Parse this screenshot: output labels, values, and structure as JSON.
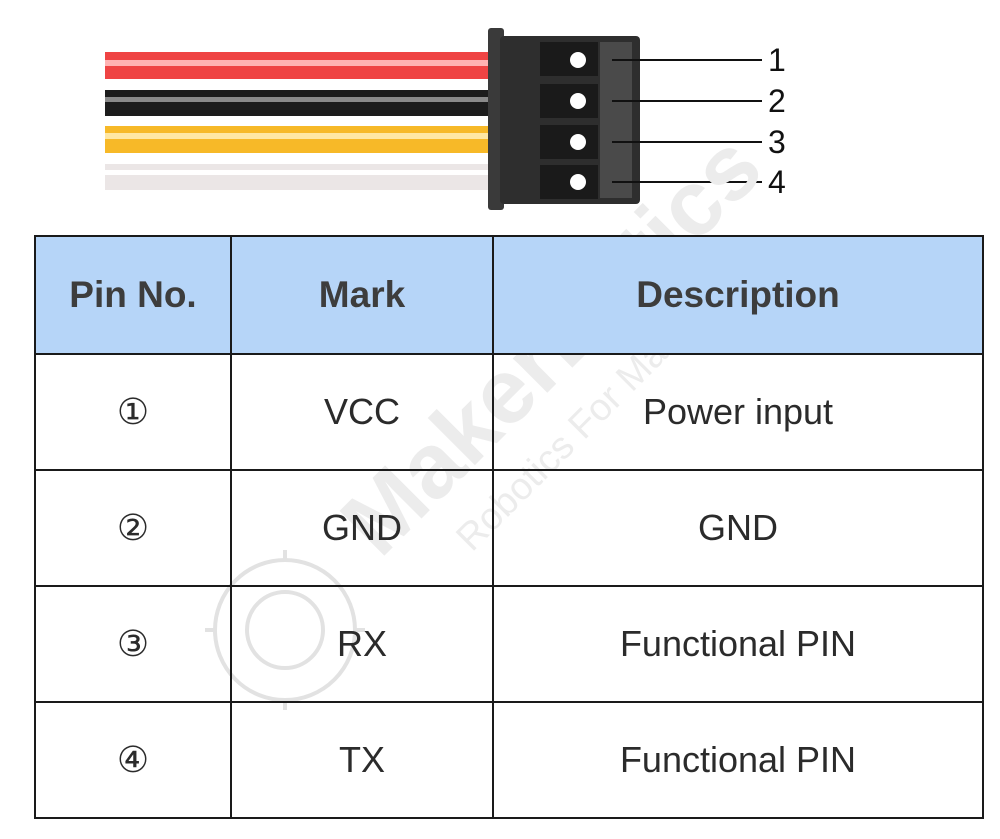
{
  "connector": {
    "wire_colors": [
      "#ee3b3b",
      "#1c1c1c",
      "#f7b928",
      "#eeeeee"
    ],
    "housing_color": "#2a2a2a",
    "pin_labels": [
      "1",
      "2",
      "3",
      "4"
    ]
  },
  "table": {
    "headers": [
      "Pin No.",
      "Mark",
      "Description"
    ],
    "header_bg": "#b6d5f8",
    "rows": [
      {
        "pin": "①",
        "mark": "VCC",
        "description": "Power input"
      },
      {
        "pin": "②",
        "mark": "GND",
        "description": "GND"
      },
      {
        "pin": "③",
        "mark": "RX",
        "description": "Functional PIN"
      },
      {
        "pin": "④",
        "mark": "TX",
        "description": "Functional PIN"
      }
    ]
  },
  "watermark": {
    "brand": "MakerBotics",
    "tagline": "Robotics For Makers"
  }
}
